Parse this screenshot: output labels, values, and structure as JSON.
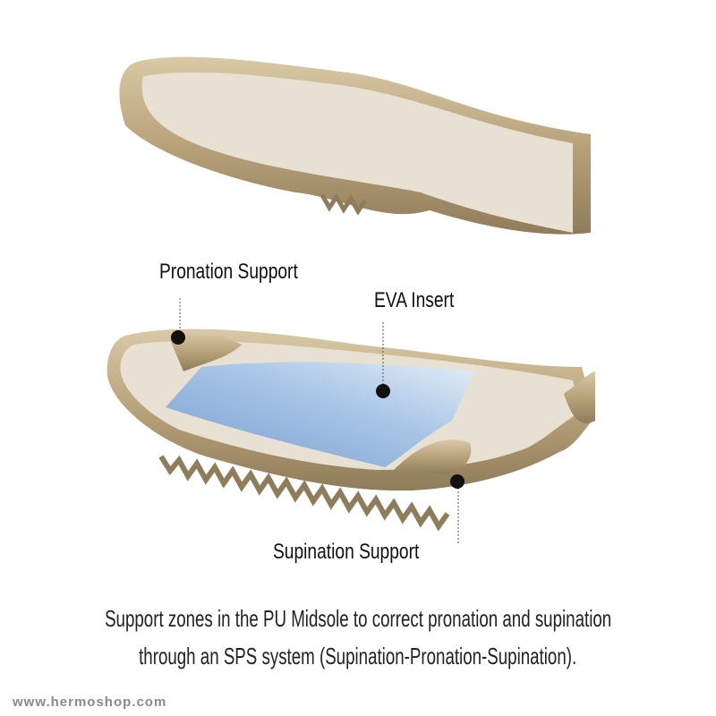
{
  "labels": {
    "pronation": "Pronation Support",
    "eva": "EVA Insert",
    "supination": "Supination Support"
  },
  "caption": {
    "line1": "Support zones in the PU Midsole to correct pronation and supination",
    "line2": "through an SPS system (Supination-Pronation-Supination)."
  },
  "watermark": "www.hermoshop.com",
  "colors": {
    "sole": "#c8b48f",
    "inner": "#e8e0d3",
    "eva": "#8fb3de"
  }
}
